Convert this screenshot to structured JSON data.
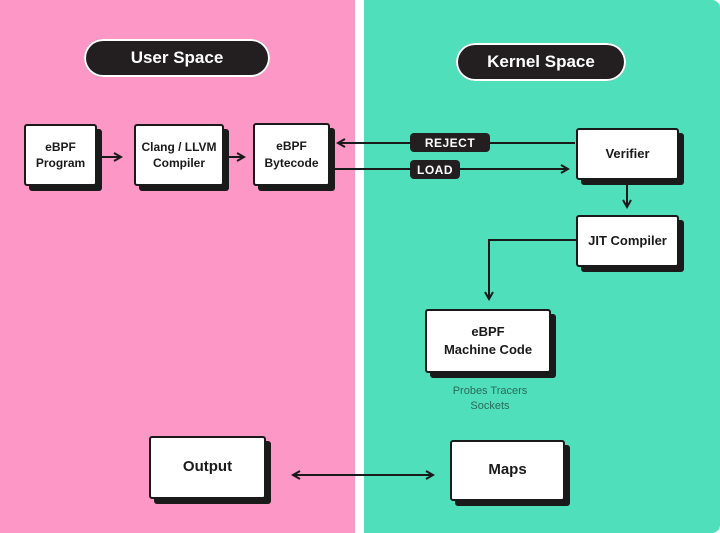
{
  "regions": {
    "user_space": "User Space",
    "kernel_space": "Kernel Space"
  },
  "nodes": {
    "ebpf_program": "eBPF\nProgram",
    "compiler": "Clang / LLVM\nCompiler",
    "bytecode": "eBPF\nBytecode",
    "verifier": "Verifier",
    "jit_compiler": "JIT Compiler",
    "machine_code": "eBPF\nMachine Code",
    "output": "Output",
    "maps": "Maps"
  },
  "edge_labels": {
    "reject": "REJECT",
    "load": "LOAD"
  },
  "notes": {
    "probes_line1": "Probes Tracers",
    "probes_line2": "Sockets"
  },
  "colors": {
    "user_space_bg": "#fd97c6",
    "kernel_space_bg": "#4fe0bb",
    "dark": "#231f20"
  }
}
